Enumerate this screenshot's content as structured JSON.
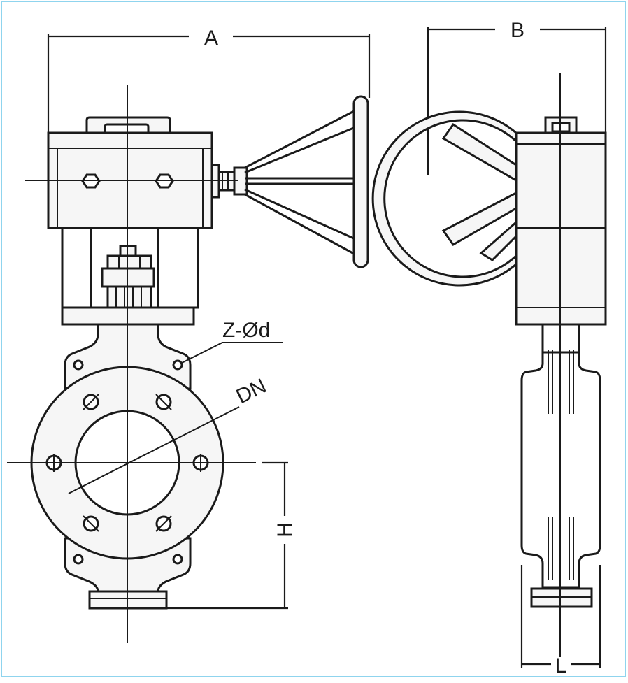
{
  "labels": {
    "width_a": "A",
    "width_b": "B",
    "height_h": "H",
    "length_l": "L",
    "bolt_holes": "Z-Ød",
    "nominal_diameter": "DN"
  },
  "colors": {
    "line": "#1a1a1a",
    "body_fill": "#f6f6f6",
    "frame": "#8fd4ee"
  },
  "icons": {
    "handwheel": "handwheel-icon",
    "hex_bolt": "hex-bolt-icon",
    "bolt_hole": "bolt-hole-icon"
  }
}
